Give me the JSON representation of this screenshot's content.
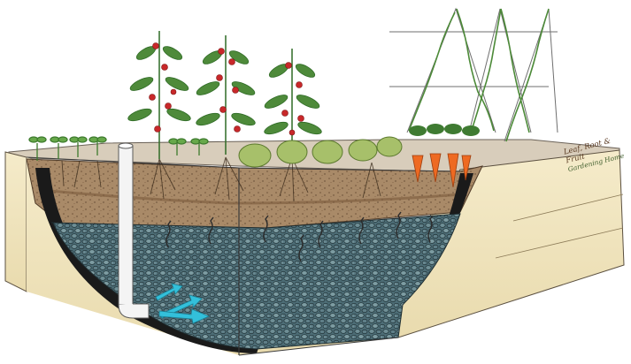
{
  "brand": {
    "line1": "Leaf, Root & Fruit",
    "line2": "Gardening Home",
    "logo": "three-vegetable-icons"
  },
  "palette": {
    "soil": "#8b6a4c",
    "gravel": "#3f5f6a",
    "liner": "#1c1c1c",
    "sand": "#efe3bd",
    "water": "#2ab7d4",
    "foliage": "#4e8a3a",
    "tomato": "#c8282a",
    "carrot": "#ee6a22"
  }
}
